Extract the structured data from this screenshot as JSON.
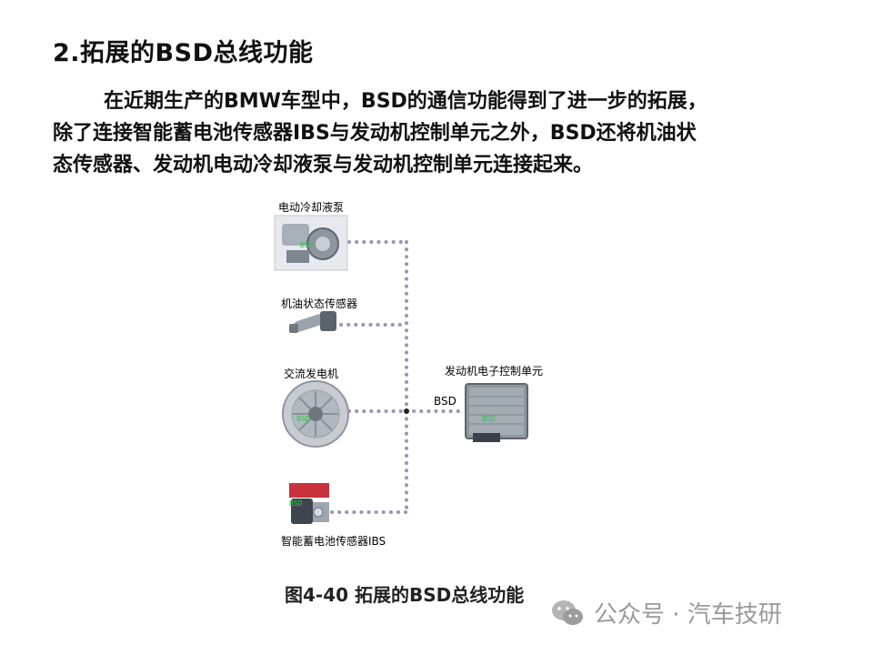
{
  "page": {
    "heading": "2.拓展的BSD总线功能",
    "paragraph_lines": [
      "在近期生产的BMW车型中，BSD的通信功能得到了进一步的拓展，",
      "除了连接智能蓄电池传感器IBS与发动机控制单元之外，BSD还将机油状",
      "态传感器、发动机电动冷却液泵与发动机控制单元连接起来。"
    ],
    "caption": "图4-40  拓展的BSD总线功能"
  },
  "diagram": {
    "components": [
      {
        "label": "电动冷却液泵",
        "icon": "electric-coolant-pump-image"
      },
      {
        "label": "机油状态传感器",
        "icon": "oil-condition-sensor-image"
      },
      {
        "label": "交流发电机",
        "icon": "alternator-image"
      },
      {
        "label": "智能蓄电池传感器IBS",
        "icon": "ibs-sensor-image"
      }
    ],
    "ecu": {
      "label": "发动机电子控制单元",
      "icon": "engine-ecu-image"
    },
    "bus_label": "BSD",
    "bus_color": "#9a95b8",
    "tag_text": "BSD"
  },
  "watermark": {
    "text": "公众号 · 汽车技研",
    "icon": "wechat-icon"
  }
}
